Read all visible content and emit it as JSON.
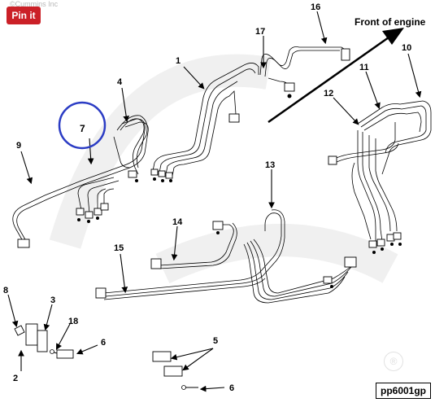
{
  "pin_button": {
    "label": "Pin it"
  },
  "copyright": "©Cummins Inc",
  "front_label": "Front of engine",
  "diagram_code": "pp6001gp",
  "registered_mark": "®",
  "callouts": {
    "c1": "1",
    "c2": "2",
    "c3": "3",
    "c4": "4",
    "c5": "5",
    "c6a": "6",
    "c6b": "6",
    "c7": "7",
    "c8": "8",
    "c9": "9",
    "c10": "10",
    "c11": "11",
    "c12": "12",
    "c13": "13",
    "c14": "14",
    "c15": "15",
    "c16": "16",
    "c17": "17",
    "c18": "18"
  },
  "colors": {
    "highlight": "#2b3cc4",
    "pin_red": "#cb2027",
    "watermark": "#eeeeee"
  }
}
